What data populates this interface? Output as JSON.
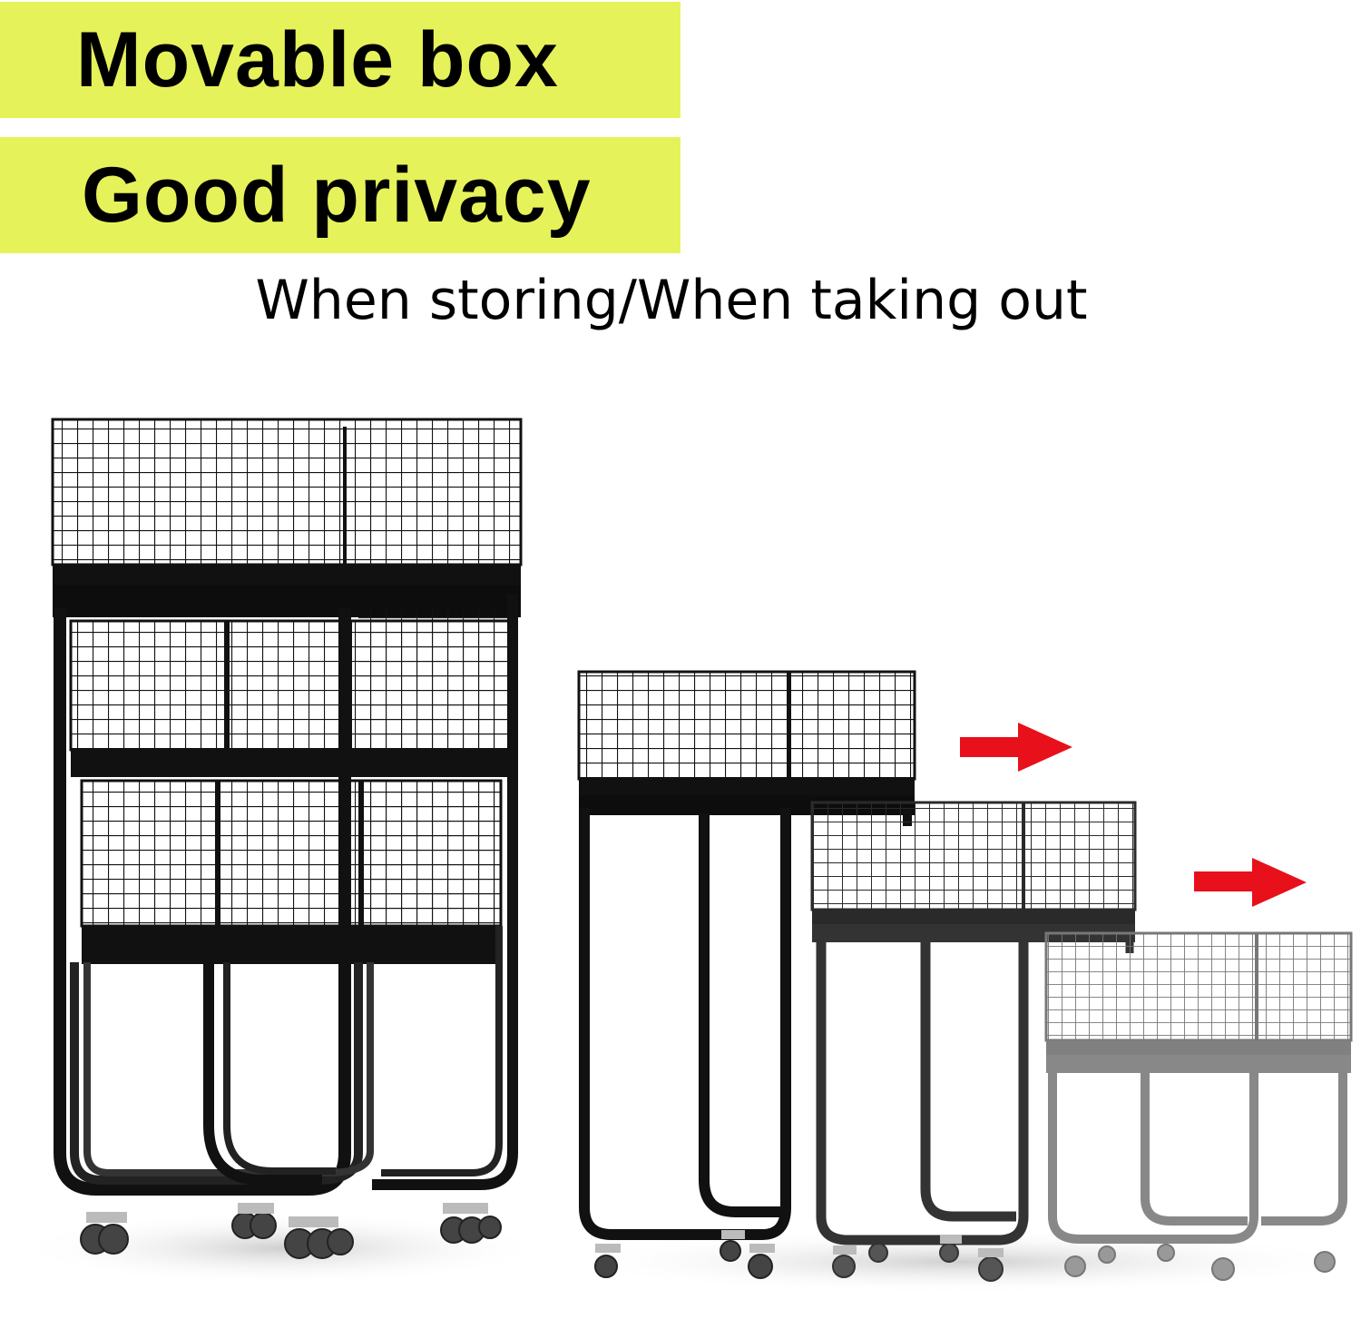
{
  "headline_1": "Movable box",
  "headline_2": "Good privacy",
  "subtitle": "When storing/When taking out",
  "colors": {
    "banner": "#e6f25a",
    "frame_dark": "#111111",
    "frame_mid": "#333333",
    "frame_light": "#777777",
    "arrow": "#e8101a"
  },
  "icons": [
    "right-arrow-icon",
    "right-arrow-icon"
  ]
}
